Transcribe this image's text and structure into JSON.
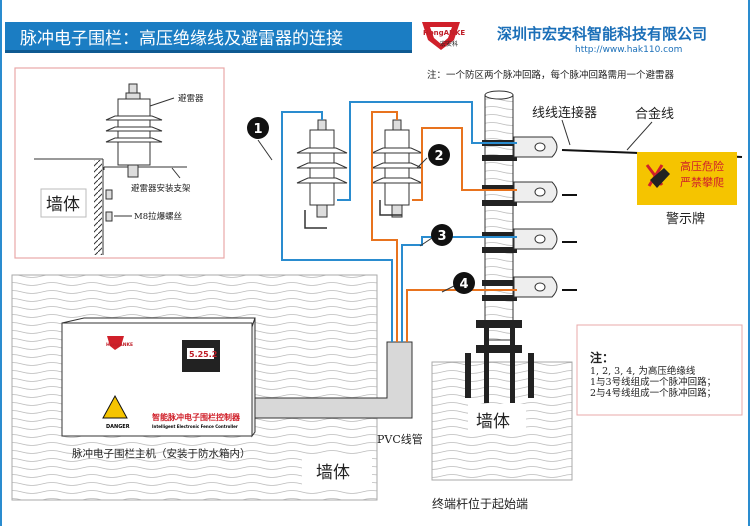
{
  "header": {
    "title": "脉冲电子围栏：高压绝缘线及避雷器的连接",
    "logo_text": "HongANKE",
    "logo_cn": "宏安科",
    "company": "深圳市宏安科智能科技有限公司",
    "url": "http://www.hak110.com",
    "note": "注：一个防区两个脉冲回路，每个脉冲回路需用一个避雷器"
  },
  "inset": {
    "arrester": "避雷器",
    "bracket": "避雷器安装支架",
    "bolt": "M8拉爆螺丝",
    "wall": "墙体"
  },
  "main": {
    "line_connector": "线线连接器",
    "alloy_wire": "合金线",
    "sign_line1": "高压危险",
    "sign_line2": "严禁攀爬",
    "sign_label": "警示牌",
    "numbers": [
      "1",
      "2",
      "3",
      "4"
    ],
    "pvc": "PVC线管",
    "wall_left": "墙体",
    "wall_pole": "墙体",
    "terminal_note": "终端杆位于起始端",
    "host_label": "脉冲电子围栏主机（安装于防水箱内）",
    "display": "5.25.2",
    "danger": "DANGER",
    "controller_cn": "智能脉冲电子围栏控制器",
    "controller_en": "Intelligent Electronic Fence Controller"
  },
  "notes": {
    "title": "注：",
    "lines": [
      "1, 2, 3, 4, 为高压绝缘线",
      "1与3号线组成一个脉冲回路；",
      "2与4号线组成一个脉冲回路；"
    ]
  },
  "colors": {
    "banner": "#1b7dc3",
    "wire_blue": "#2a8ccf",
    "wire_orange": "#e8731e",
    "sign": "#f5c400",
    "brand_red": "#d0202a"
  }
}
